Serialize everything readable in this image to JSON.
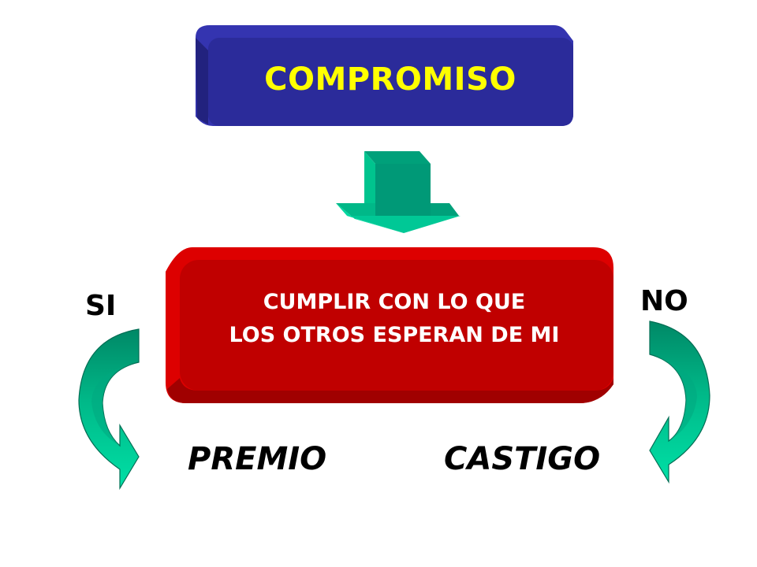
{
  "title": {
    "text": "COMPROMISO",
    "box_color": "#2b2b9a",
    "text_color": "#ffff00"
  },
  "center": {
    "line1": "CUMPLIR CON LO QUE",
    "line2": "LOS OTROS ESPERAN DE MI",
    "box_color": "#c00000",
    "text_color": "#ffffff"
  },
  "left_branch": {
    "label": "SI",
    "outcome": "PREMIO"
  },
  "right_branch": {
    "label": "NO",
    "outcome": "CASTIGO"
  },
  "colors": {
    "arrow_green": "#009977",
    "arrow_light": "#00d39a",
    "label_color": "#000000"
  }
}
